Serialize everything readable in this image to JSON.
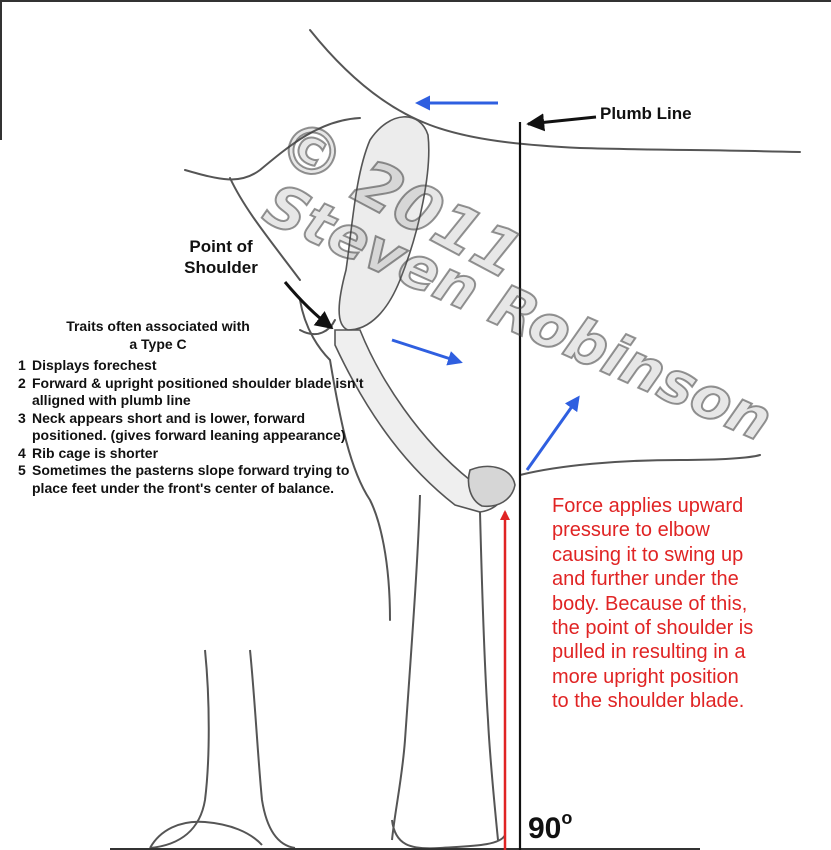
{
  "labels": {
    "plumb_line": "Plumb Line",
    "point_of_shoulder_line1": "Point of",
    "point_of_shoulder_line2": "Shoulder",
    "degree_value": "90",
    "degree_symbol": "o"
  },
  "traits": {
    "heading_line1": "Traits often associated with",
    "heading_line2": "a Type C",
    "items": [
      {
        "num": "1",
        "text": "Displays forechest"
      },
      {
        "num": "2",
        "text": "Forward & upright positioned shoulder blade isn't alligned with plumb line"
      },
      {
        "num": "3",
        "text": "Neck appears short and is lower, forward positioned. (gives forward leaning appearance)"
      },
      {
        "num": "4",
        "text": "Rib cage is shorter"
      },
      {
        "num": "5",
        "text": "Sometimes the pasterns slope forward trying to place feet under the front's center of balance."
      }
    ]
  },
  "force_note": {
    "lines": [
      "Force applies upward",
      "pressure to elbow",
      "causing it to swing up",
      "and further under the",
      "body. Because of this,",
      "the point of shoulder is",
      "pulled in resulting in a",
      "more upright position",
      "to the shoulder blade."
    ]
  },
  "watermark": {
    "line1": "© 2011",
    "line2": "Steven Robinson"
  },
  "colors": {
    "line": "#222222",
    "sketch": "#555555",
    "blue_arrow": "#2f5fe0",
    "red_arrow": "#e02424",
    "red_text": "#e02424"
  }
}
